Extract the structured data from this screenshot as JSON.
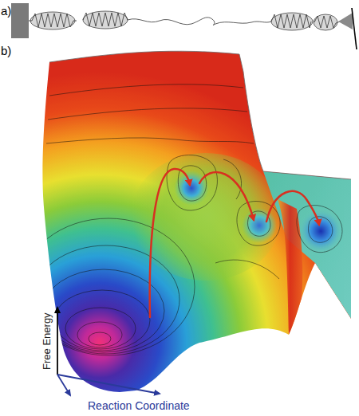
{
  "diagram": {
    "labels": [
      "a)",
      "b)",
      "Free Energy",
      "Reaction Coordinate"
    ]
  }
}
